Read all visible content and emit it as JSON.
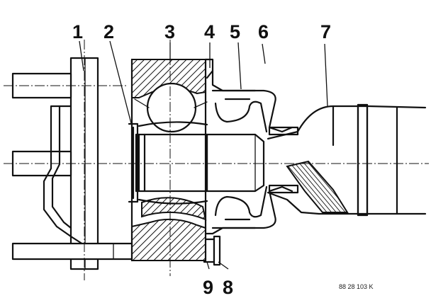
{
  "diagram": {
    "callouts": [
      {
        "id": "1",
        "label": "1"
      },
      {
        "id": "2",
        "label": "2"
      },
      {
        "id": "3",
        "label": "3"
      },
      {
        "id": "4",
        "label": "4"
      },
      {
        "id": "5",
        "label": "5"
      },
      {
        "id": "6",
        "label": "6"
      },
      {
        "id": "7",
        "label": "7"
      },
      {
        "id": "8",
        "label": "8"
      },
      {
        "id": "9",
        "label": "9"
      }
    ],
    "reference_code": "88 28 103 K"
  }
}
